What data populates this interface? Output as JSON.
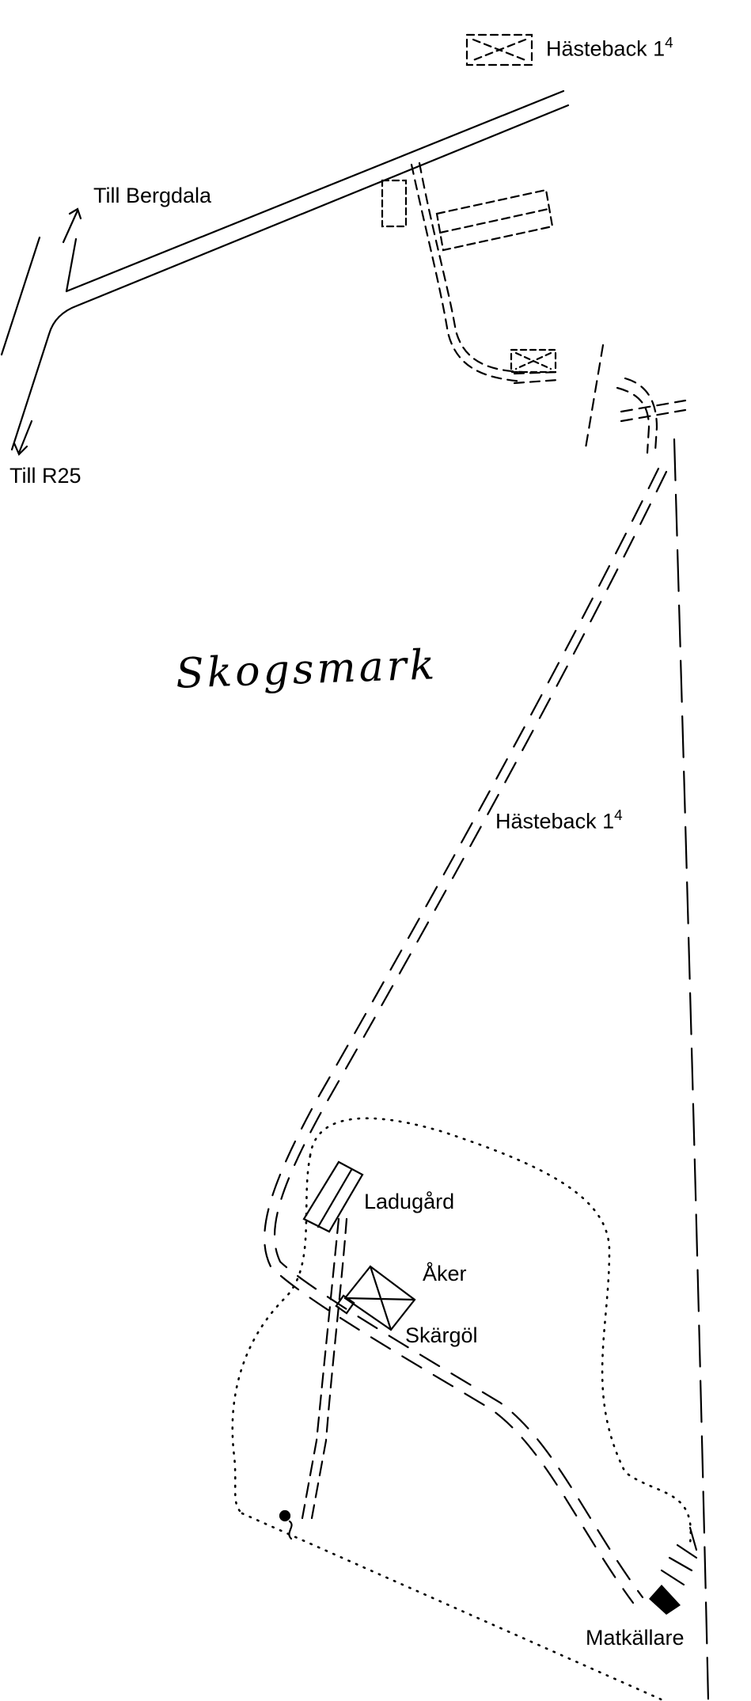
{
  "labels": {
    "to_bergdala": "Till Bergdala",
    "to_r25": "Till R25",
    "hasteback_top": "Hästeback 1",
    "hasteback_top_sup": "4",
    "hasteback_mid": "Hästeback 1",
    "hasteback_mid_sup": "4",
    "forest": "Skogsmark",
    "barn": "Ladugård",
    "field": "Åker",
    "pond": "Skärgöl",
    "cellar": "Matkällare"
  },
  "colors": {
    "ink": "#000000",
    "paper": "#ffffff"
  }
}
